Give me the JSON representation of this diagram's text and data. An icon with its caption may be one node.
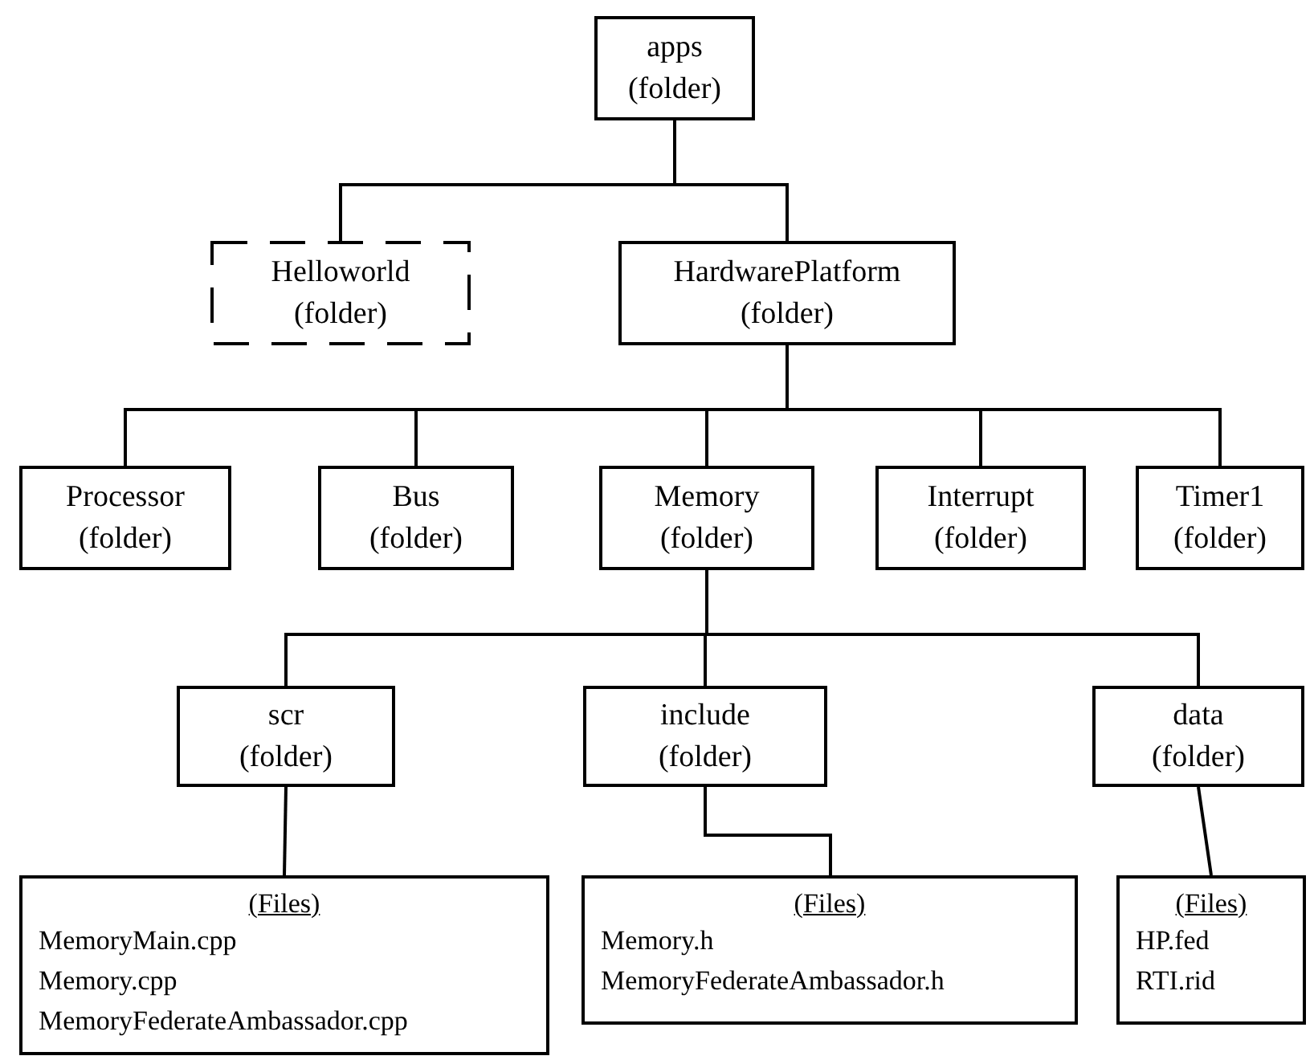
{
  "diagram": {
    "nodes": [
      {
        "text": [
          "apps",
          "(folder)"
        ]
      },
      {
        "text": [
          "Helloworld",
          "(folder)"
        ]
      },
      {
        "text": [
          "HardwarePlatform",
          "(folder)"
        ]
      },
      {
        "text": [
          "Processor",
          "(folder)"
        ]
      },
      {
        "text": [
          "Bus",
          "(folder)"
        ]
      },
      {
        "text": [
          "Memory",
          "(folder)"
        ]
      },
      {
        "text": [
          "Interrupt",
          "(folder)"
        ]
      },
      {
        "text": [
          "Timer1",
          "(folder)"
        ]
      },
      {
        "text": [
          "scr",
          "(folder)"
        ]
      },
      {
        "text": [
          "include",
          "(folder)"
        ]
      },
      {
        "text": [
          "data",
          "(folder)"
        ]
      },
      {
        "text": [
          "(Files)",
          "MemoryMain.cpp",
          "Memory.cpp",
          "MemoryFederateAmbassador.cpp"
        ]
      },
      {
        "text": [
          "(Files)",
          "Memory.h",
          "MemoryFederateAmbassador.h"
        ]
      },
      {
        "text": [
          "(Files)",
          "HP.fed",
          "RTI.rid"
        ]
      }
    ],
    "edges": [
      {
        "from": 0,
        "to": 1,
        "arrow": "none"
      },
      {
        "from": 0,
        "to": 2,
        "arrow": "none"
      },
      {
        "from": 2,
        "to": 3,
        "arrow": "none"
      },
      {
        "from": 2,
        "to": 4,
        "arrow": "none"
      },
      {
        "from": 2,
        "to": 5,
        "arrow": "none"
      },
      {
        "from": 2,
        "to": 6,
        "arrow": "none"
      },
      {
        "from": 2,
        "to": 7,
        "arrow": "none"
      },
      {
        "from": 5,
        "to": 8,
        "arrow": "none"
      },
      {
        "from": 5,
        "to": 9,
        "arrow": "none"
      },
      {
        "from": 5,
        "to": 10,
        "arrow": "none"
      },
      {
        "from": 8,
        "to": 11,
        "arrow": "none"
      },
      {
        "from": 9,
        "to": 12,
        "arrow": "none"
      },
      {
        "from": 10,
        "to": 13,
        "arrow": "none"
      }
    ]
  }
}
